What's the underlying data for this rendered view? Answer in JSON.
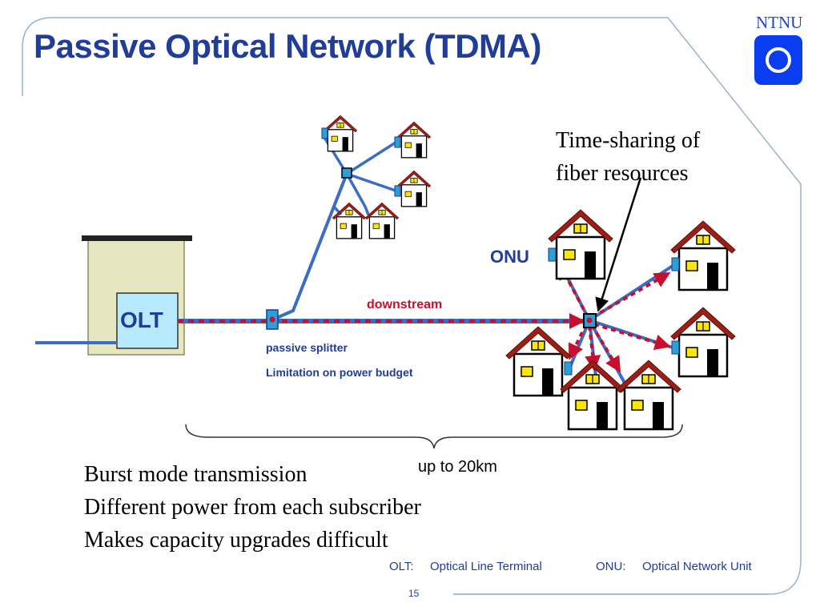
{
  "slide": {
    "title": "Passive Optical Network (TDMA)",
    "brand": "NTNU",
    "page_number": "15"
  },
  "diagram": {
    "olt_label": "OLT",
    "onu_label": "ONU",
    "downstream_label": "downstream",
    "splitter_label": "passive splitter",
    "power_note": "Limitation on power budget",
    "time_sharing_line1": "Time-sharing of",
    "time_sharing_line2": "fiber resources",
    "distance_label": "up to 20km"
  },
  "bullets": [
    "Burst mode transmission",
    "Different power from each subscriber",
    "Makes capacity upgrades difficult"
  ],
  "footer": {
    "olt_abbrev": "OLT:",
    "olt_full": "Optical Line Terminal",
    "onu_abbrev": "ONU:",
    "onu_full": "Optical Network Unit"
  },
  "colors": {
    "title": "#1f3d99",
    "fiber_blue": "#3a6cc8",
    "signal_red": "#c8102e",
    "house_roof": "#9c1f16",
    "window": "#ffe600",
    "olt_box": "#b7e9ff",
    "cabinet": "#e6e6bf"
  }
}
